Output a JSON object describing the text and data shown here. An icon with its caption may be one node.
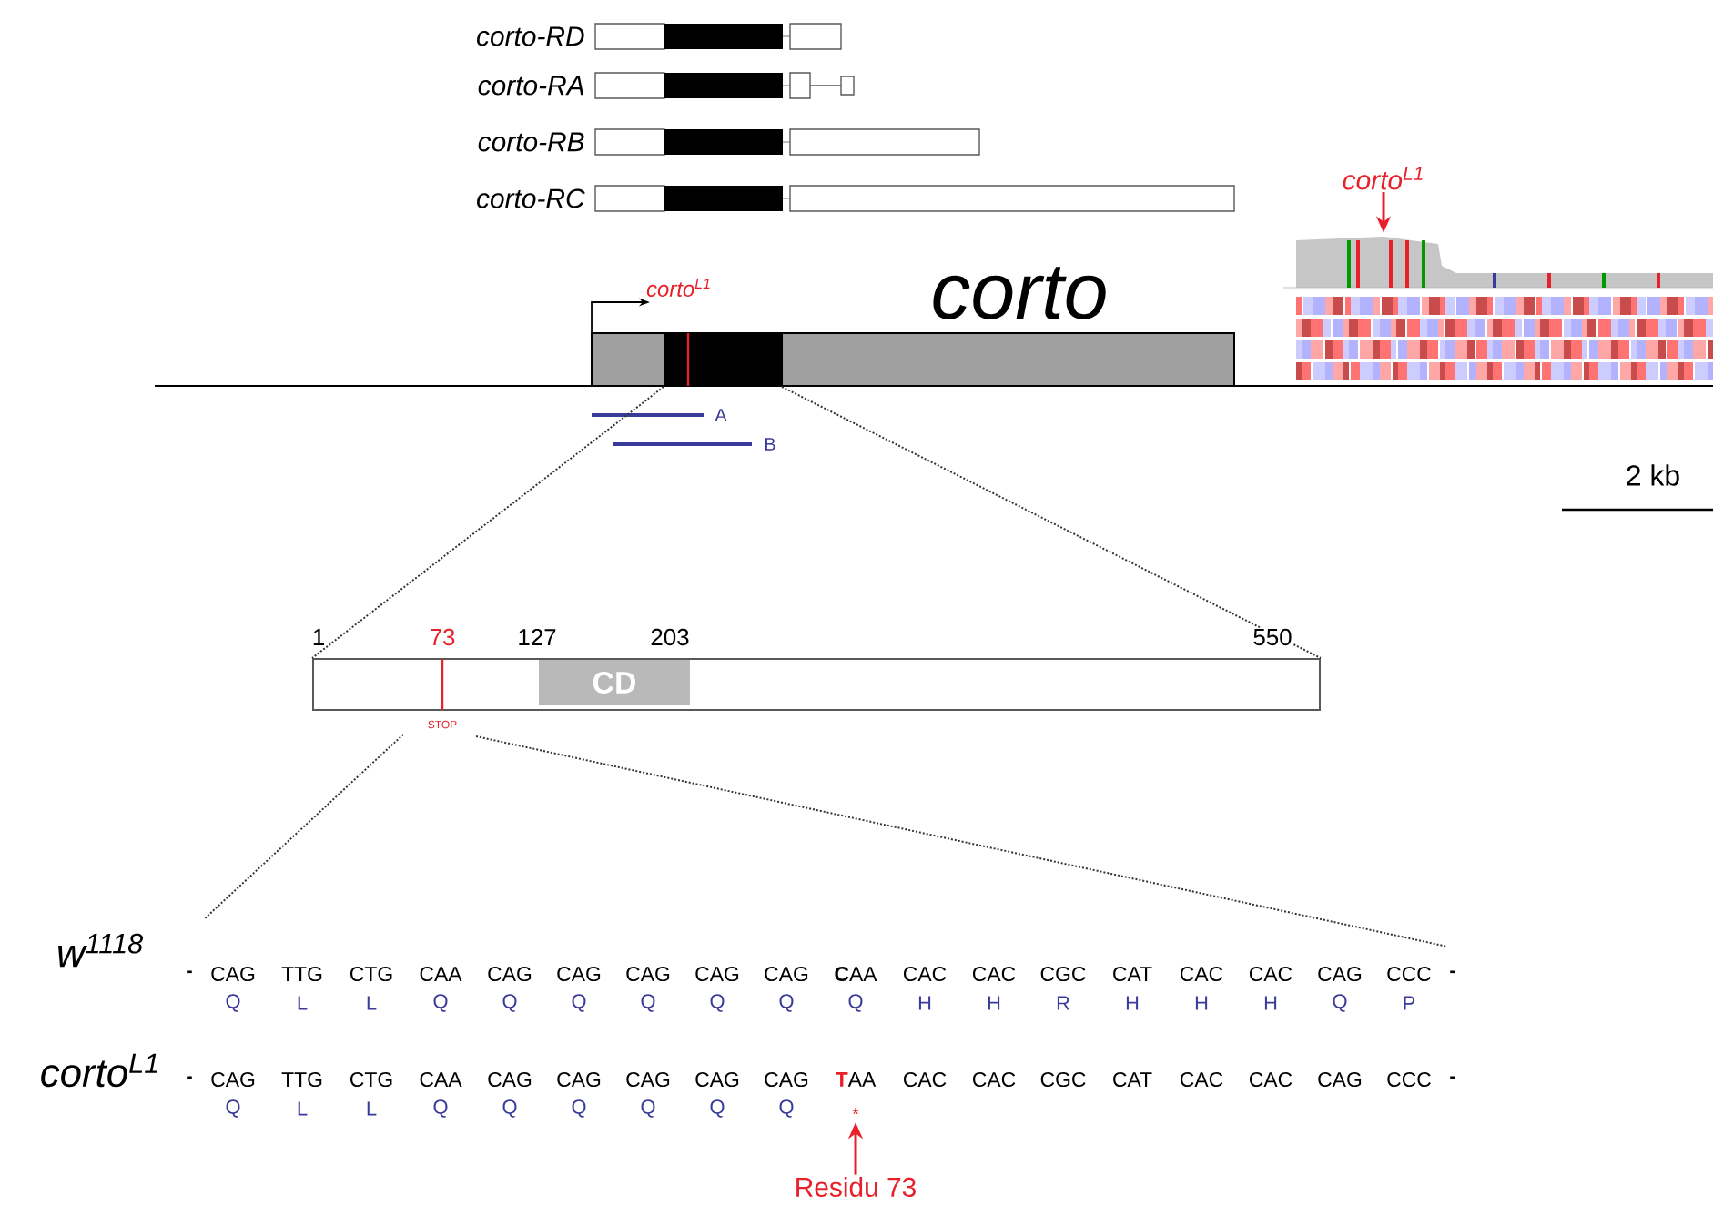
{
  "diagram": {
    "nodes": [
      {
        "text": [
          "corto"
        ]
      },
      {
        "text": [
          "corto$^{L1}$"
        ]
      },
      {
        "text": [],
        "shape": "picture"
      },
      {
        "text": [],
        "shape": "bar"
      },
      {
        "text": [
          "CD"
        ],
        "in": 3
      },
      {
        "text": [
          "*"
        ]
      },
      {
        "text": [
          "Residu 73"
        ]
      }
    ],
    "edges": [
      {
        "from": 0,
        "to": 3,
        "arrow": "none",
        "style": "dashed"
      },
      {
        "from": 0,
        "to": 3,
        "arrow": "none",
        "style": "dashed"
      },
      {
        "from": 3,
        "to": null,
        "arrow": "none",
        "style": "dashed"
      },
      {
        "from": 3,
        "to": null,
        "arrow": "none",
        "style": "dashed"
      },
      {
        "from": 1,
        "to": 2,
        "arrow": "to",
        "color": "#e8202a"
      },
      {
        "from": 6,
        "to": 5,
        "arrow": "to",
        "color": "#e8202a"
      }
    ],
    "labels": [
      "corto-RD",
      "corto-RA",
      "corto-RB",
      "corto-RC",
      "corto$^{L1}$",
      "A",
      "B",
      "2 kb",
      "1",
      "73",
      "127",
      "203",
      "550",
      "STOP",
      "w$^{1118}$",
      "-",
      "CAG",
      "TTG",
      "CTG",
      "CAA",
      "CAG",
      "CAG",
      "CAG",
      "CAG",
      "CAG",
      "**C**AA",
      "CAC",
      "CAC",
      "CGC",
      "CAT",
      "CAC",
      "CAC",
      "CAG",
      "CCC",
      "-",
      "Q",
      "L",
      "L",
      "Q",
      "Q",
      "Q",
      "Q",
      "Q",
      "Q",
      "Q",
      "H",
      "H",
      "R",
      "H",
      "H",
      "H",
      "Q",
      "P",
      "corto$^{L1}$",
      "-",
      "CAG",
      "TTG",
      "CTG",
      "CAA",
      "CAG",
      "CAG",
      "CAG",
      "CAG",
      "CAG",
      "**T**AA",
      "CAC",
      "CAC",
      "CGC",
      "CAT",
      "CAC",
      "CAC",
      "CAG",
      "CCC",
      "-",
      "Q",
      "L",
      "L",
      "Q",
      "Q",
      "Q",
      "Q",
      "Q",
      "Q"
    ]
  }
}
